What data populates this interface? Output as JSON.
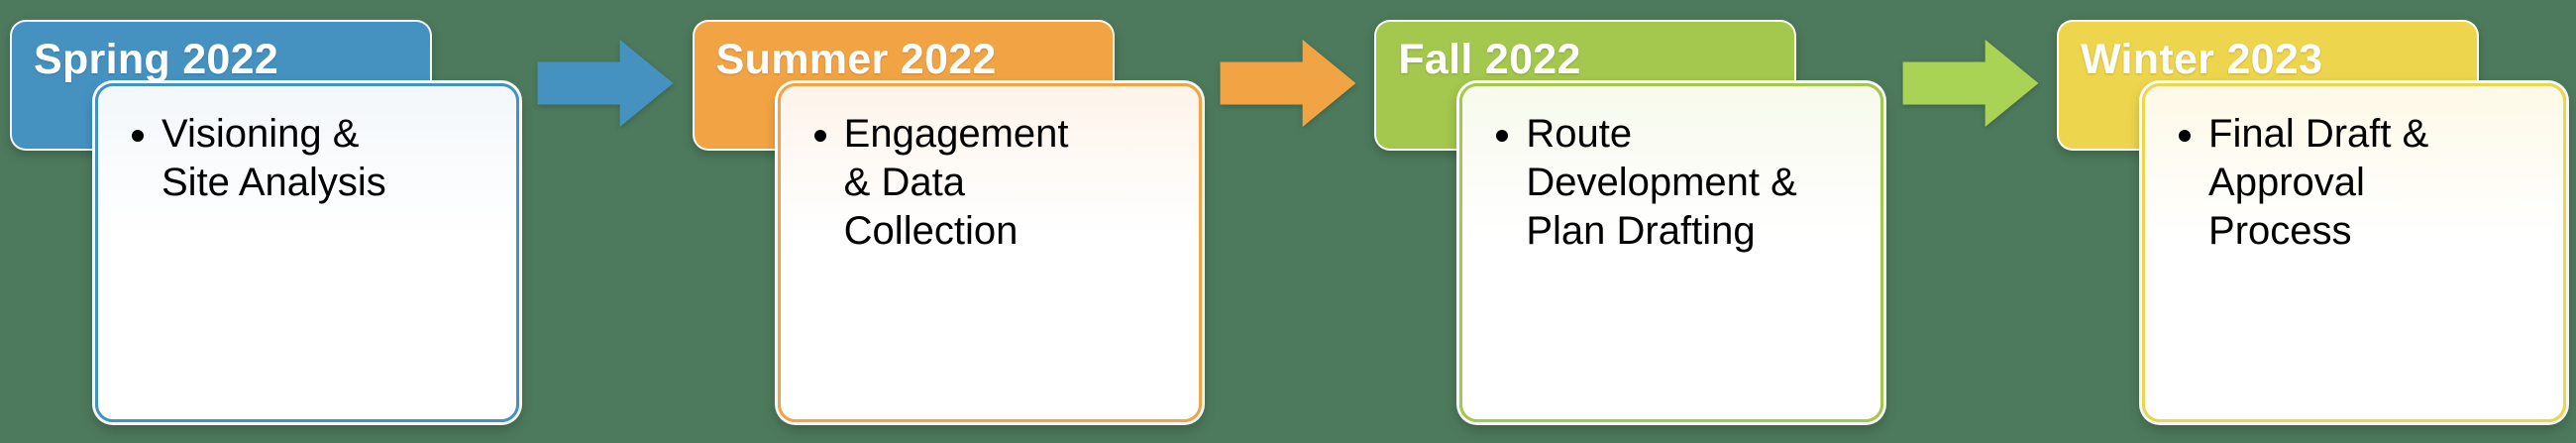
{
  "background_color": "#4d7a5c",
  "title_text_color": "#ffffff",
  "body_text_color": "#000000",
  "stages": [
    {
      "title": "Spring 2022",
      "color": "#4592c1",
      "tint": "#f3f7fa",
      "items": [
        "Visioning & Site Analysis"
      ]
    },
    {
      "title": "Summer 2022",
      "color": "#f2a445",
      "tint": "#fdf4ea",
      "items": [
        "Engagement & Data Collection"
      ]
    },
    {
      "title": "Fall 2022",
      "color": "#a4c74d",
      "tint": "#f7faec",
      "items": [
        "Route Development & Plan Drafting"
      ]
    },
    {
      "title": "Winter 2023",
      "color": "#edd54e",
      "tint": "#fdf9e7",
      "items": [
        "Final Draft & Approval Process"
      ]
    }
  ],
  "arrows": [
    {
      "color": "#4592c1"
    },
    {
      "color": "#f2a445"
    },
    {
      "color": "#a8d355"
    }
  ]
}
